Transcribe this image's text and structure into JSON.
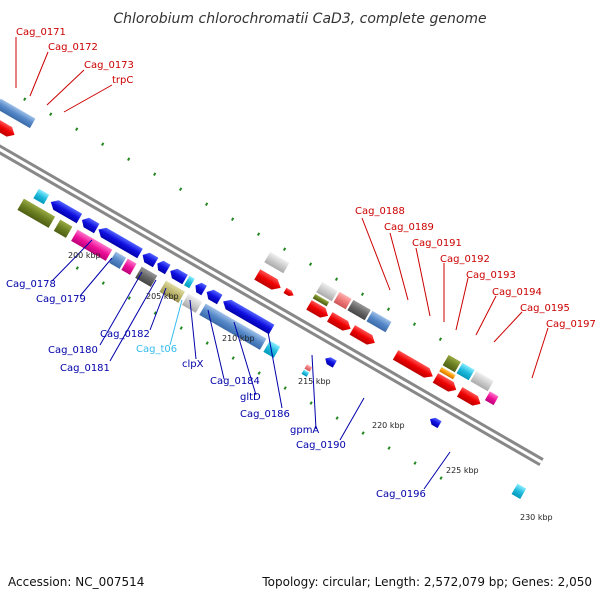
{
  "title": "Chlorobium chlorochromatii CaD3, complete genome",
  "footer": {
    "accession": "Accession: NC_007514",
    "summary": "Topology: circular; Length: 2,572,079 bp; Genes: 2,050"
  },
  "colors": {
    "forward_label": "#cc0000",
    "reverse_label": "#0000aa",
    "rna_label": "#33bbee",
    "backbone": "#888888",
    "tick": "#228822"
  },
  "ticks": [
    "200 kbp",
    "205 kbp",
    "210 kbp",
    "215 kbp",
    "220 kbp",
    "225 kbp",
    "230 kbp"
  ],
  "labels_forward": [
    "Cag_0171",
    "Cag_0172",
    "Cag_0173",
    "trpC",
    "Cag_0188",
    "Cag_0189",
    "Cag_0191",
    "Cag_0192",
    "Cag_0193",
    "Cag_0194",
    "Cag_0195",
    "Cag_0197"
  ],
  "labels_reverse": [
    "Cag_0178",
    "Cag_0179",
    "Cag_0180",
    "Cag_0181",
    "Cag_0182",
    "Cag_t06",
    "clpX",
    "Cag_0184",
    "gltD",
    "Cag_0186",
    "gpmA",
    "Cag_0190",
    "Cag_0196"
  ]
}
